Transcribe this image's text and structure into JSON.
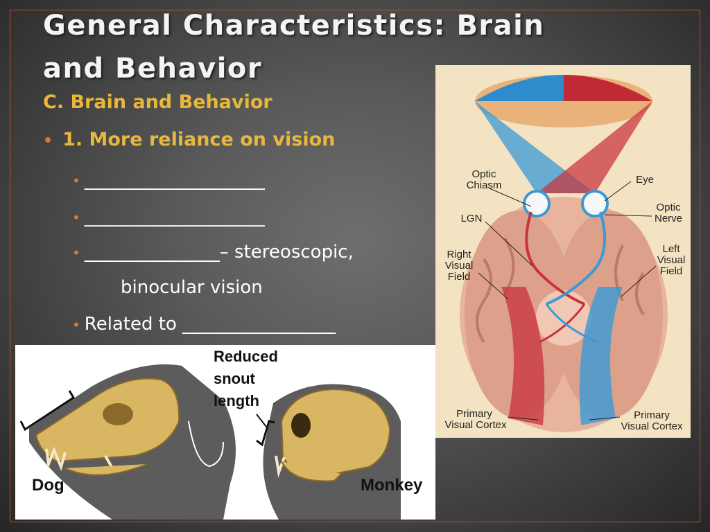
{
  "slide": {
    "title": "General Characteristics: Brain and Behavior",
    "subhead": "C. Brain and Behavior",
    "bullet1": "1. More reliance on vision",
    "blank1": "____________________",
    "blank2": "____________________",
    "blank3": "_______________– stereoscopic,",
    "blank3_cont": "binocular vision",
    "related": "Related to _________________"
  },
  "brain_figure": {
    "optic_chiasm": [
      "Optic",
      "Chiasm"
    ],
    "eye": "Eye",
    "optic_nerve": [
      "Optic",
      "Nerve"
    ],
    "lgn": "LGN",
    "right_field": [
      "Right",
      "Visual",
      "Field"
    ],
    "left_field": [
      "Left",
      "Visual",
      "Field"
    ],
    "primary_left": [
      "Primary",
      "Visual Cortex"
    ],
    "primary_right": [
      "Primary",
      "Visual Cortex"
    ]
  },
  "skull_figure": {
    "reduced": [
      "Reduced",
      "snout",
      "length"
    ],
    "dog": "Dog",
    "monkey": "Monkey"
  },
  "colors": {
    "accent": "#e8b73c",
    "bullet": "#e07a2a",
    "blue": "#3a9ad6",
    "red": "#c8323c",
    "bone": "#d9b661"
  }
}
